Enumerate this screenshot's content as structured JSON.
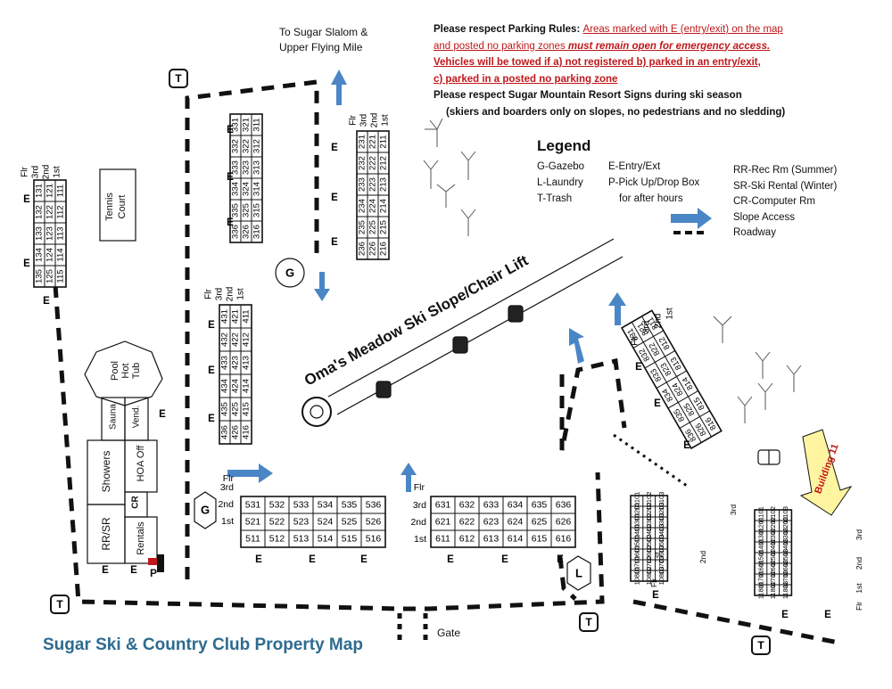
{
  "title": "Sugar Ski & Country Club Property Map",
  "colors": {
    "title": "#2e6b8f",
    "arrow": "#4a86c5",
    "red": "#c0181a",
    "building11": "#fff5a0"
  },
  "top_note": {
    "line1": "To Sugar Slalom &",
    "line2": "Upper Flying Mile"
  },
  "rules": {
    "lead": "Please respect Parking Rules:",
    "red1": "Areas marked with E (entry/exit) on the map",
    "red2a": "and posted no parking zones",
    "red2b": "must remain open for emergency access.",
    "red3": "Vehicles will be towed if a) not registered b) parked in an entry/exit,",
    "red4": "c) parked in a posted no parking zone",
    "signs": "Please respect Sugar Mountain Resort Signs during ski season",
    "signs2": "(skiers and boarders only on slopes, no pedestrians and no sledding)"
  },
  "legend": {
    "heading": "Legend",
    "col1": [
      "G-Gazebo",
      "L-Laundry",
      "T-Trash"
    ],
    "col2": [
      "E-Entry/Ext",
      "P-Pick Up/Drop Box",
      "for after hours"
    ],
    "col3": [
      "RR-Rec Rm (Summer)",
      "SR-Ski Rental (Winter)",
      "CR-Computer Rm",
      "Slope Access",
      "Roadway"
    ]
  },
  "slope_label": "Oma's Meadow Ski Slope/Chair Lift",
  "tennis": [
    "Tennis",
    "Court"
  ],
  "pool": [
    "Pool",
    "Hot",
    "Tub"
  ],
  "amenities": {
    "sauna": "Sauna",
    "vend": "Vend.",
    "showers": "Showers",
    "hoa": "HOA Off",
    "rrsr": "RR/SR",
    "cr": "CR",
    "rentals": "Rentals",
    "p": "P"
  },
  "gate": "Gate",
  "building11": "Building 11",
  "marks": {
    "e": "E",
    "t": "T",
    "g": "G",
    "l": "L"
  },
  "floors": {
    "flr": "Flr",
    "f1": "1st",
    "f2": "2nd",
    "f3": "3rd"
  },
  "b100": {
    "rows": [
      [
        "135",
        "134",
        "133",
        "132",
        "131"
      ],
      [
        "125",
        "124",
        "123",
        "122",
        "121"
      ],
      [
        "115",
        "114",
        "113",
        "112",
        "111"
      ]
    ]
  },
  "b300": {
    "rows": [
      [
        "336",
        "335",
        "334",
        "333",
        "332",
        "331"
      ],
      [
        "326",
        "325",
        "324",
        "323",
        "322",
        "321"
      ],
      [
        "316",
        "315",
        "314",
        "313",
        "312",
        "311"
      ]
    ]
  },
  "b200": {
    "rows": [
      [
        "236",
        "235",
        "234",
        "233",
        "232",
        "231"
      ],
      [
        "226",
        "225",
        "224",
        "223",
        "222",
        "221"
      ],
      [
        "216",
        "215",
        "214",
        "213",
        "212",
        "211"
      ]
    ]
  },
  "b400": {
    "rows": [
      [
        "436",
        "435",
        "434",
        "433",
        "432",
        "431"
      ],
      [
        "426",
        "425",
        "424",
        "423",
        "422",
        "421"
      ],
      [
        "416",
        "415",
        "414",
        "413",
        "412",
        "411"
      ]
    ]
  },
  "b500": {
    "rows": [
      [
        "531",
        "532",
        "533",
        "534",
        "535",
        "536"
      ],
      [
        "521",
        "522",
        "523",
        "524",
        "525",
        "526"
      ],
      [
        "511",
        "512",
        "513",
        "514",
        "515",
        "516"
      ]
    ]
  },
  "b600": {
    "rows": [
      [
        "631",
        "632",
        "633",
        "634",
        "635",
        "636"
      ],
      [
        "621",
        "622",
        "623",
        "624",
        "625",
        "626"
      ],
      [
        "611",
        "612",
        "613",
        "614",
        "615",
        "616"
      ]
    ]
  },
  "b800": {
    "rows": [
      [
        "836",
        "835",
        "834",
        "833",
        "832",
        "831"
      ],
      [
        "826",
        "825",
        "824",
        "823",
        "822",
        "821"
      ],
      [
        "816",
        "815",
        "814",
        "813",
        "812",
        "811"
      ]
    ]
  },
  "b10000": {
    "rows": [
      [
        "10801",
        "10701",
        "10601",
        "10501",
        "10401",
        "10301",
        "10201",
        "10101"
      ],
      [
        "10802",
        "10702",
        "10602",
        "10502",
        "10402",
        "10302",
        "10202",
        "10102"
      ],
      [
        "10803",
        "10703",
        "10603",
        "10503",
        "10403",
        "10303",
        "10203",
        "10103"
      ]
    ]
  },
  "b11000": {
    "rows": [
      [
        "11801",
        "11701",
        "11601",
        "11501",
        "11401",
        "11301",
        "11201",
        "11101"
      ],
      [
        "11802",
        "11702",
        "11602",
        "11502",
        "11402",
        "11302",
        "11202",
        "11102"
      ],
      [
        "11803",
        "11703",
        "11603",
        "11503",
        "11403",
        "11303",
        "11203",
        "11103"
      ]
    ]
  }
}
